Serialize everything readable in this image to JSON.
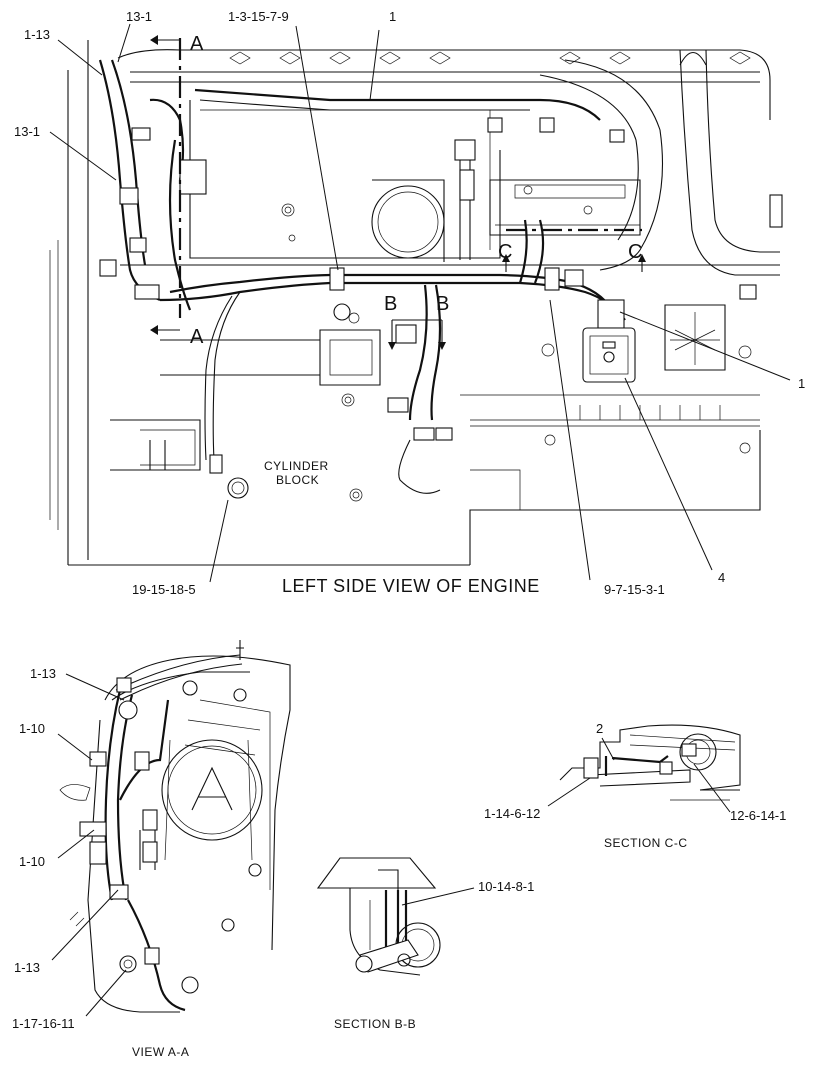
{
  "main_view": {
    "title": "LEFT SIDE VIEW OF ENGINE",
    "block_label_line1": "CYLINDER",
    "block_label_line2": "BLOCK",
    "section_letters": {
      "a": "A",
      "b": "B",
      "c": "C"
    },
    "callouts": {
      "c_13_1_top": "13-1",
      "c_1_13_top": "1-13",
      "c_1_3_15_7_9": "1-3-15-7-9",
      "c_1_top": "1",
      "c_13_1_left": "13-1",
      "c_1_right": "1",
      "c_19_15_18_5": "19-15-18-5",
      "c_9_7_15_3_1": "9-7-15-3-1",
      "c_4": "4"
    }
  },
  "view_a_a": {
    "title": "VIEW A-A",
    "callouts": {
      "c_1_13_upper": "1-13",
      "c_1_10_upper": "1-10",
      "c_1_10_lower": "1-10",
      "c_1_13_lower": "1-13",
      "c_1_17_16_11": "1-17-16-11"
    }
  },
  "section_b_b": {
    "title": "SECTION  B-B",
    "callouts": {
      "c_10_14_8_1": "10-14-8-1"
    }
  },
  "section_c_c": {
    "title": "SECTION  C-C",
    "callouts": {
      "c_2": "2",
      "c_1_14_6_12": "1-14-6-12",
      "c_12_6_14_1": "12-6-14-1"
    }
  }
}
